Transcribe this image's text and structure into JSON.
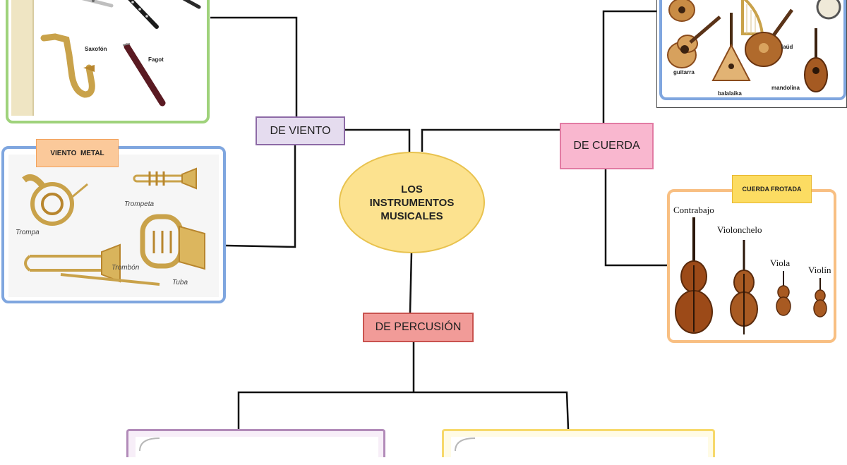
{
  "center": {
    "title": "LOS INSTRUMENTOS MUSICALES"
  },
  "branches": {
    "viento": "DE VIENTO",
    "cuerda": "DE CUERDA",
    "percusion": "DE PERCUSIÓN"
  },
  "panels": {
    "viento_madera": {
      "items": [
        "Saxofón",
        "Fagot"
      ]
    },
    "viento_metal": {
      "tab": "VIENTO  METAL",
      "items": [
        "Trompa",
        "Trompeta",
        "Trombón",
        "Tuba"
      ]
    },
    "cuerda_pulsada": {
      "items": [
        "guitarra",
        "laúd",
        "balalaika",
        "mandolina"
      ]
    },
    "cuerda_frotada": {
      "tab": "CUERDA FROTADA",
      "items": [
        "Contrabajo",
        "Violonchelo",
        "Viola",
        "Violín"
      ]
    }
  },
  "colors": {
    "center_fill": "#fce28f",
    "viento_fill": "#e5dcef",
    "cuerda_fill": "#f9b7cf",
    "percusion_fill": "#f19b98",
    "green_border": "#9fd27b",
    "blue_border": "#7fa6df",
    "orange_border": "#f8bf82",
    "dark_border": "#4a4a4a",
    "purple_border": "#b28bb9",
    "yellow_border": "#f7d96b",
    "brass": "#c9a24a",
    "wood": "#8a4b1c"
  }
}
